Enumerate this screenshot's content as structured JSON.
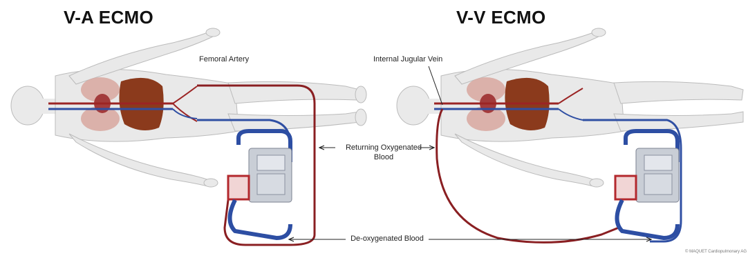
{
  "titles": {
    "left": "V-A ECMO",
    "right": "V-V ECMO"
  },
  "labels": {
    "femoral_artery": "Femoral Artery",
    "internal_jugular_vein": "Internal Jugular Vein",
    "returning_line1": "Returning Oxygenated",
    "returning_line2": "Blood",
    "deoxygenated": "De-oxygenated Blood",
    "copyright": "© MAQUET Cardiopulmonary AG"
  },
  "colors": {
    "oxygenated": "#8a1f22",
    "deoxygenated": "#2f4fa3",
    "body": "#e9e9e9",
    "body_outline": "#b9b9b9",
    "organ": "#8b3a1c",
    "lung": "#d8a79f",
    "machine_frame": "#2d4ea3",
    "machine_body": "#c9ced6",
    "oxygenator": "#b3282d"
  },
  "icons": [
    "human-figure",
    "ecmo-machine",
    "arrow-left",
    "arrow-right"
  ]
}
